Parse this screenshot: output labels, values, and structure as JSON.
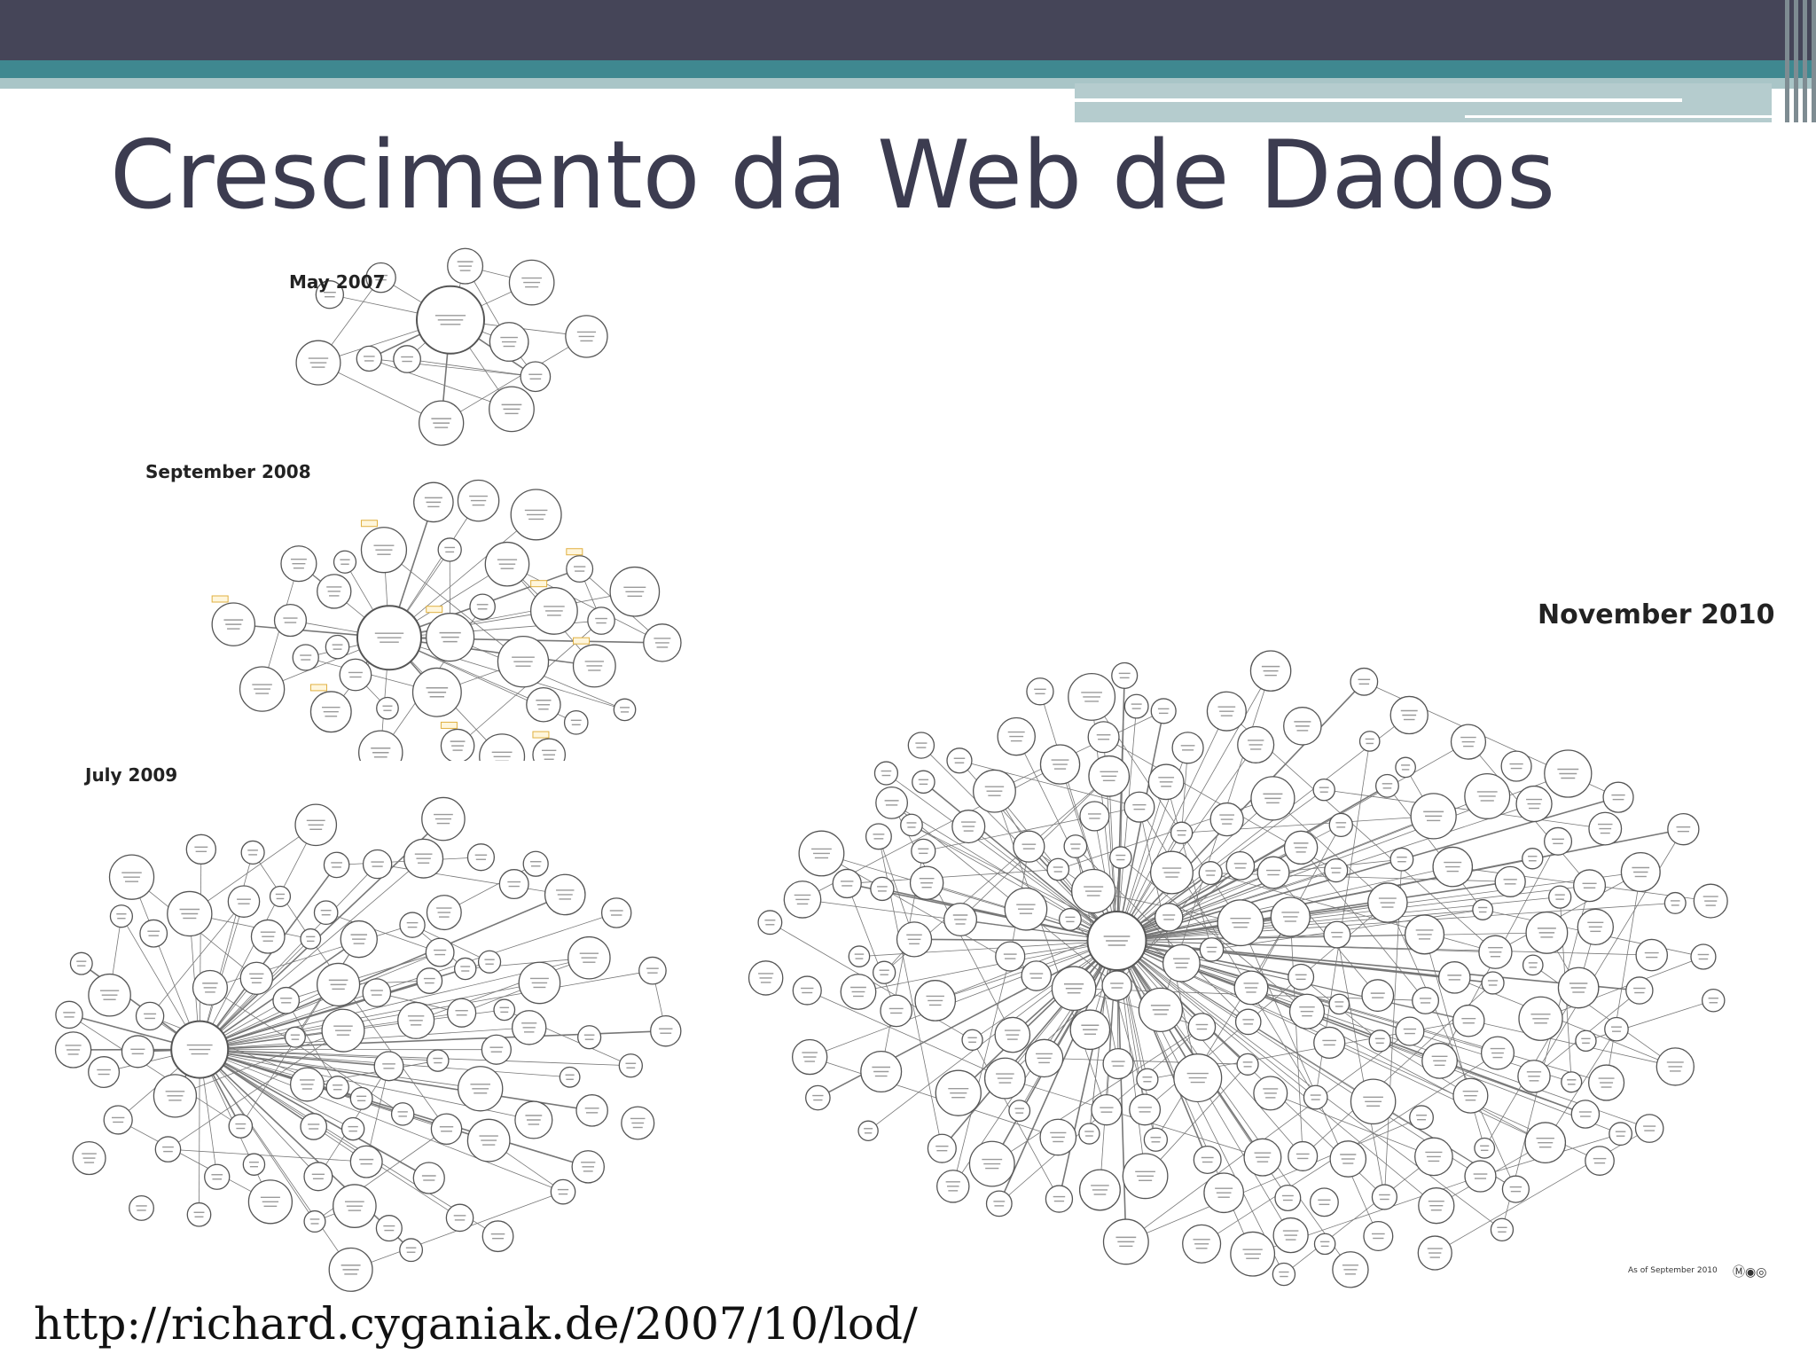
{
  "slide": {
    "title": "Crescimento da Web de Dados",
    "source_link": "http://richard.cyganiak.de/2007/10/lod/"
  },
  "diagrams": [
    {
      "id": "may-2007",
      "label": "May 2007",
      "node_count": 12,
      "seed": 7
    },
    {
      "id": "september-2008",
      "label": "September 2008",
      "node_count": 34,
      "seed": 19
    },
    {
      "id": "july-2009",
      "label": "July 2009",
      "node_count": 90,
      "seed": 41
    },
    {
      "id": "november-2010",
      "label": "November 2010",
      "node_count": 190,
      "seed": 83
    }
  ],
  "credit": "As of September 2010",
  "colors": {
    "title": "#3c3c50",
    "band_dark": "#454558",
    "band_teal": "#3f8890",
    "band_light": "#a9c5c7",
    "node_stroke": "#555555",
    "edge_stroke": "#777777",
    "new_tag": "#e0b040"
  }
}
